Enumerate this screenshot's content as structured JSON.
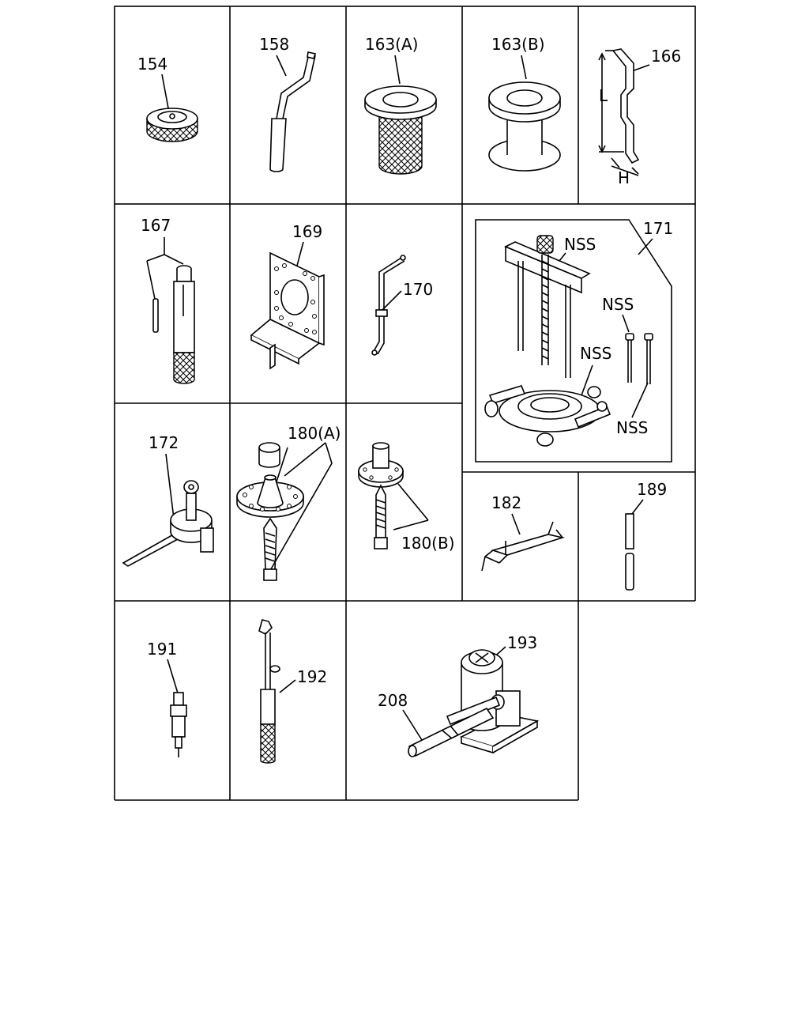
{
  "parts": [
    {
      "id": "p154",
      "label": "154"
    },
    {
      "id": "p158",
      "label": "158"
    },
    {
      "id": "p163a",
      "label": "163(A)"
    },
    {
      "id": "p163b",
      "label": "163(B)"
    },
    {
      "id": "p166",
      "label": "166",
      "dim_l": "L",
      "dim_h": "H"
    },
    {
      "id": "p167",
      "label": "167"
    },
    {
      "id": "p169",
      "label": "169"
    },
    {
      "id": "p170",
      "label": "170"
    },
    {
      "id": "p171",
      "label": "171",
      "nss": [
        "NSS",
        "NSS",
        "NSS",
        "NSS"
      ]
    },
    {
      "id": "p172",
      "label": "172"
    },
    {
      "id": "p180a",
      "label": "180(A)"
    },
    {
      "id": "p180b",
      "label": "180(B)"
    },
    {
      "id": "p182",
      "label": "182"
    },
    {
      "id": "p189",
      "label": "189"
    },
    {
      "id": "p191",
      "label": "191"
    },
    {
      "id": "p192",
      "label": "192"
    },
    {
      "id": "p193",
      "label": "193"
    },
    {
      "id": "p208",
      "label": "208"
    }
  ]
}
